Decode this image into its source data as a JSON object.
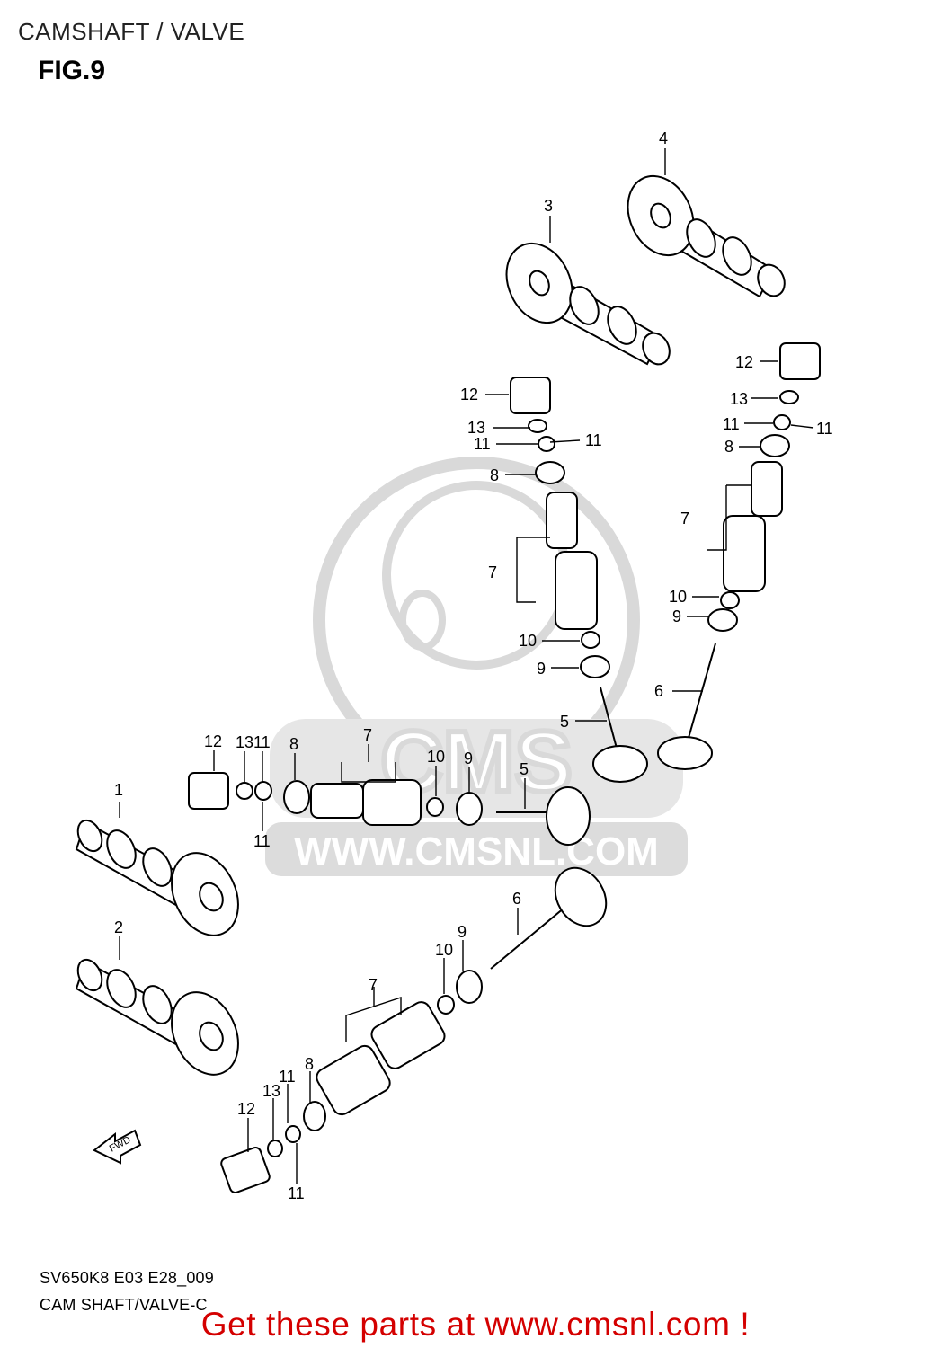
{
  "header": {
    "title": "CAMSHAFT / VALVE",
    "figure": "FIG.9"
  },
  "watermark": {
    "text": "WWW.CMSNL.COM",
    "logo": "CMS",
    "color": "#d9d9d9"
  },
  "fwd_label": "FWD",
  "callouts": {
    "c1": "1",
    "c2": "2",
    "c3": "3",
    "c4": "4",
    "c5a": "5",
    "c5b": "5",
    "c6a": "6",
    "c6b": "6",
    "c7a": "7",
    "c7b": "7",
    "c7c": "7",
    "c7d": "7",
    "c8a": "8",
    "c8b": "8",
    "c8c": "8",
    "c8d": "8",
    "c9a": "9",
    "c9b": "9",
    "c9c": "9",
    "c9d": "9",
    "c10a": "10",
    "c10b": "10",
    "c10c": "10",
    "c10d": "10",
    "c11a": "11",
    "c11b": "11",
    "c11c": "11",
    "c11d": "11",
    "c11e": "11",
    "c11f": "11",
    "c11g": "11",
    "c11h": "11",
    "c12a": "12",
    "c12b": "12",
    "c12c": "12",
    "c12d": "12",
    "c13a": "13",
    "c13b": "13",
    "c13c": "13",
    "c13d": "13"
  },
  "footer": {
    "code": "SV650K8 E03 E28_009",
    "name": "CAM SHAFT/VALVE-C"
  },
  "promo": {
    "text": "Get these parts at www.cmsnl.com !",
    "color": "#d40000"
  }
}
